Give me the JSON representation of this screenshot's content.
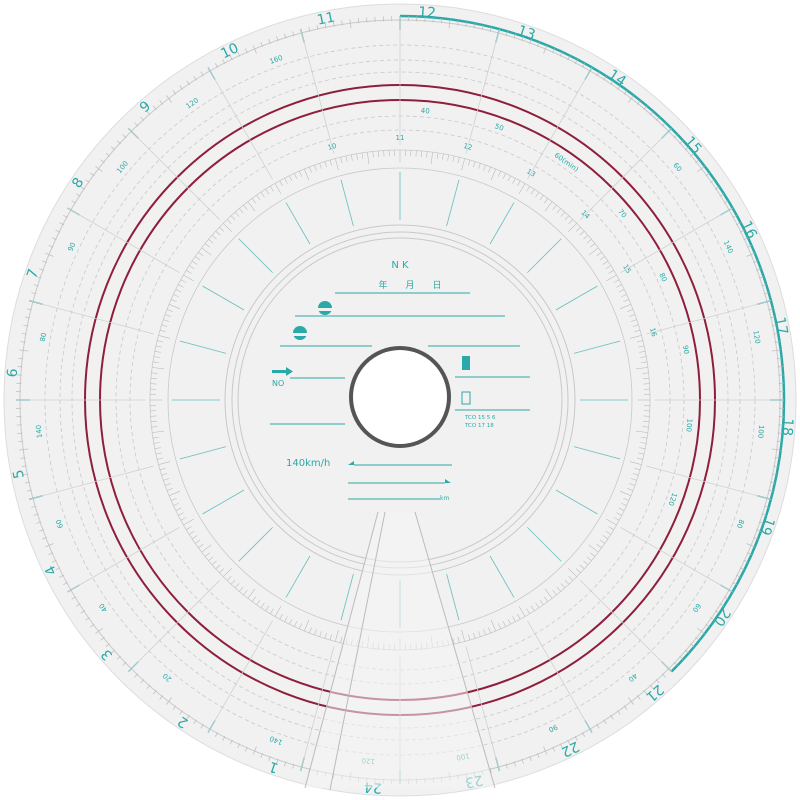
{
  "colors": {
    "ink": "#2aa9a8",
    "red": "#8e1f3c",
    "paper": "#f1f1f1",
    "line": "#c9c9c9"
  },
  "hours": [
    "1",
    "2",
    "3",
    "4",
    "5",
    "6",
    "7",
    "8",
    "9",
    "10",
    "11",
    "12",
    "13",
    "14",
    "15",
    "16",
    "17",
    "18",
    "19",
    "20",
    "21",
    "22",
    "23",
    "24"
  ],
  "outer_speed_labels": [
    "160",
    "120",
    "100",
    "90",
    "80",
    "140",
    "60",
    "40",
    "20",
    "140",
    "120",
    "100",
    "90",
    "40",
    "60",
    "80",
    "100",
    "120",
    "140",
    "60"
  ],
  "minute_labels": [
    "10",
    "11",
    "12",
    "13",
    "14",
    "15",
    "16"
  ],
  "inner_speed_labels": [
    "40",
    "50",
    "60(min)",
    "70",
    "80",
    "90",
    "100",
    "120"
  ],
  "center": {
    "brand": "N K",
    "date_label": "年　　月　　日",
    "no_label": "NO",
    "code_1": "TCO 15 5 6",
    "code_2": "TCO 17 18",
    "max_speed": "140km/h",
    "distance_unit": "km"
  }
}
